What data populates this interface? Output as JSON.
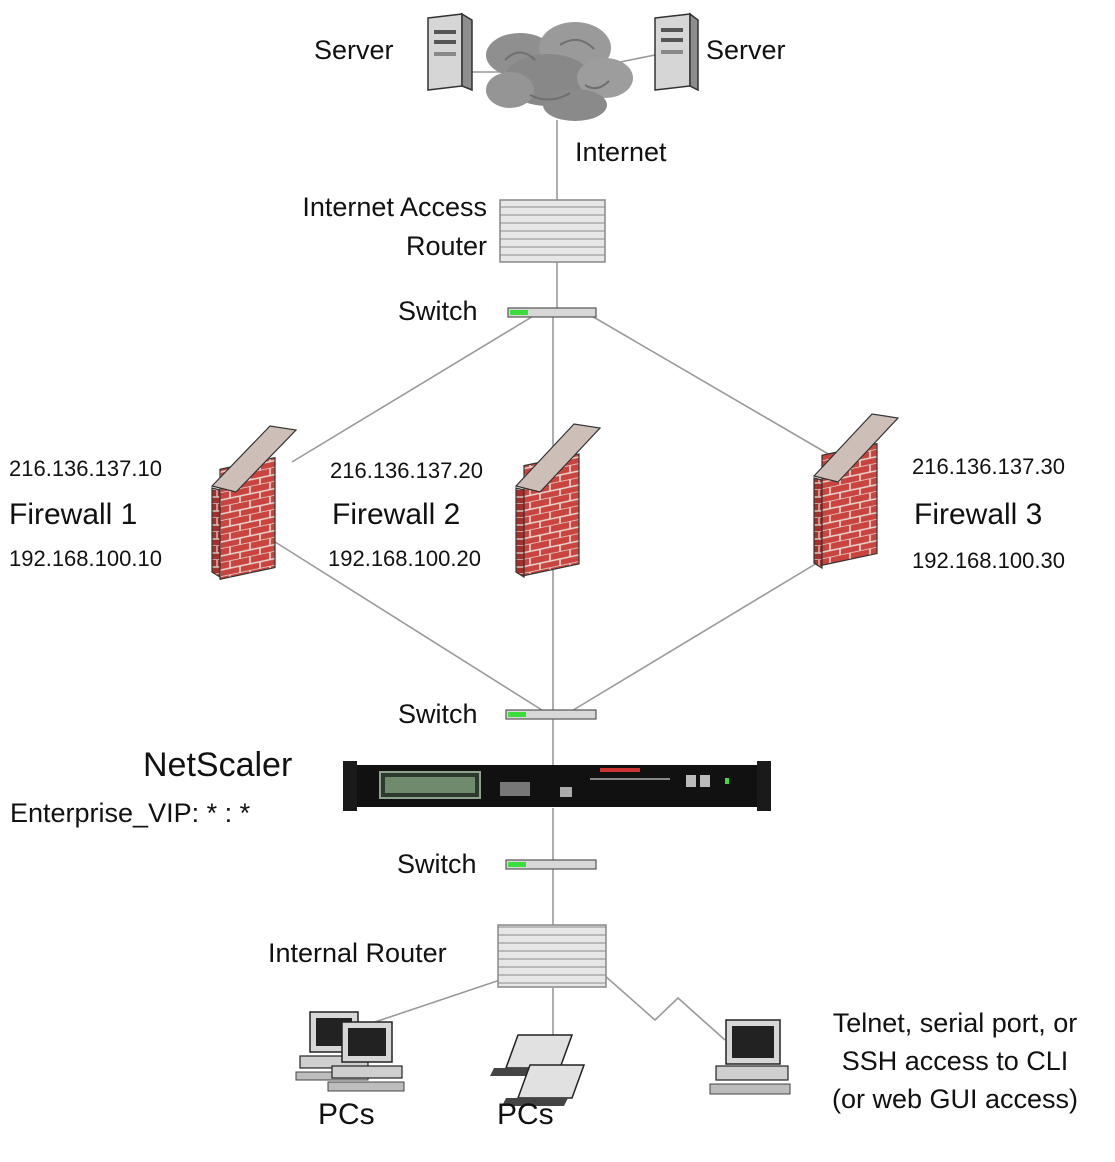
{
  "labels": {
    "server_left": "Server",
    "server_right": "Server",
    "internet": "Internet",
    "router_top_line1": "Internet Access",
    "router_top_line2": "Router",
    "switch_top": "Switch",
    "switch_mid": "Switch",
    "switch_bottom": "Switch",
    "internal_router": "Internal Router",
    "netscaler_title": "NetScaler",
    "netscaler_vip": "Enterprise_VIP: * : *",
    "pcs_left": "PCs",
    "pcs_center": "PCs",
    "access_line1": "Telnet, serial port, or",
    "access_line2": "SSH access to CLI",
    "access_line3": "(or web GUI access)"
  },
  "firewalls": [
    {
      "name": "Firewall 1",
      "ext_ip": "216.136.137.10",
      "int_ip": "192.168.100.10"
    },
    {
      "name": "Firewall 2",
      "ext_ip": "216.136.137.20",
      "int_ip": "192.168.100.20"
    },
    {
      "name": "Firewall 3",
      "ext_ip": "216.136.137.30",
      "int_ip": "192.168.100.30"
    }
  ],
  "colors": {
    "line": "#9a9a9a",
    "brick": "#c9443f",
    "mortar": "#e8d9d2",
    "switch_led": "#3ddc3d",
    "appliance": "#111111",
    "cloud": "#8f8f8f"
  }
}
